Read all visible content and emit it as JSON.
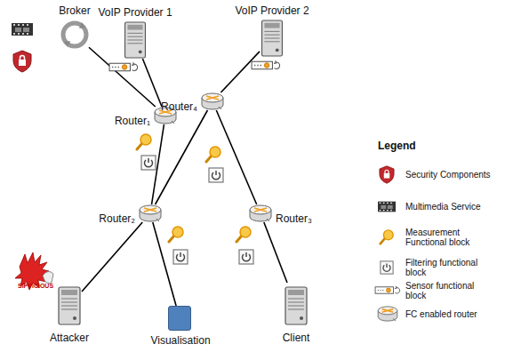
{
  "diagram": {
    "nodes": [
      {
        "text": [
          "Broker"
        ]
      },
      {
        "text": [
          "VoIP Provider 1"
        ]
      },
      {
        "text": [
          "VoIP Provider 2"
        ]
      },
      {
        "text": [
          "Router₁"
        ]
      },
      {
        "text": [
          "Router₄"
        ]
      },
      {
        "text": [
          "Router₂"
        ]
      },
      {
        "text": [
          "Router₃"
        ]
      },
      {
        "text": [
          "Attacker"
        ]
      },
      {
        "text": [
          "Visualisation"
        ]
      },
      {
        "text": [
          "Client"
        ]
      }
    ],
    "edges": [
      {
        "from": 0,
        "to": 3,
        "arrow": "none"
      },
      {
        "from": 1,
        "to": 3,
        "arrow": "none"
      },
      {
        "from": 3,
        "to": 5,
        "arrow": "none"
      },
      {
        "from": 2,
        "to": 4,
        "arrow": "none"
      },
      {
        "from": 4,
        "to": 5,
        "arrow": "none"
      },
      {
        "from": 4,
        "to": 6,
        "arrow": "none"
      },
      {
        "from": 5,
        "to": 7,
        "arrow": "none"
      },
      {
        "from": 5,
        "to": 8,
        "arrow": "none"
      },
      {
        "from": 6,
        "to": 9,
        "arrow": "none"
      }
    ],
    "labels": [
      "Legend",
      "SIPVICIOUS"
    ],
    "legend": [
      {
        "text": "Security Components"
      },
      {
        "text": "Multimedia Service"
      },
      {
        "text": "Measurement Functional block"
      },
      {
        "text": "Filtering functional block"
      },
      {
        "text": "Sensor functional block"
      },
      {
        "text": "FC enabled router"
      }
    ]
  }
}
